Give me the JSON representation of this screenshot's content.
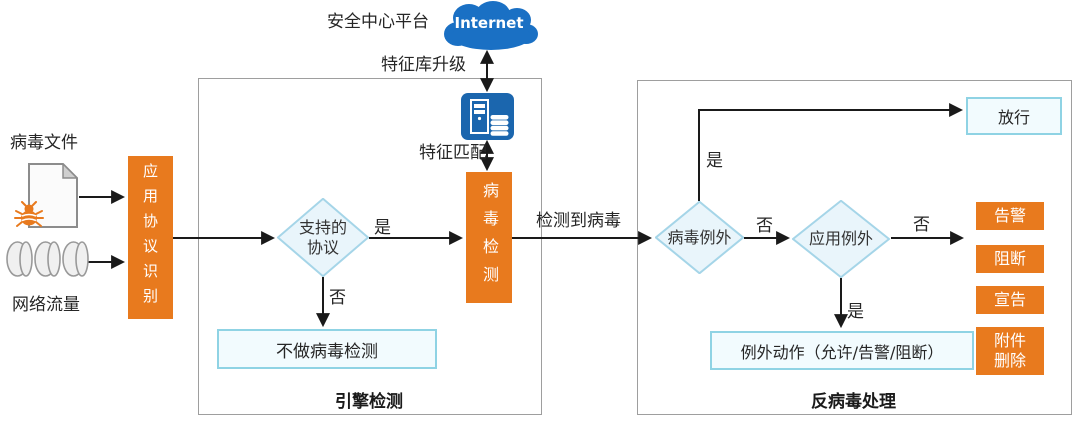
{
  "colors": {
    "orange": "#E87A1E",
    "blue_cloud": "#1A70C4",
    "blue_server": "#1B66AE",
    "diamond_fill": "#E9F5FB",
    "diamond_border": "#A5D5E8",
    "box_fill": "#F2FBFE",
    "box_border": "#8FD3E4",
    "group_border": "#9E9E9E",
    "line": "#1A1A1A"
  },
  "top": {
    "platform_label": "安全中心平台",
    "internet_label": "Internet",
    "upgrade_label": "特征库升级",
    "match_label": "特征匹配"
  },
  "inputs": {
    "virus_file": "病毒文件",
    "network_traffic": "网络流量"
  },
  "engine": {
    "group_label": "引擎检测",
    "app_protocol": "应用协议识别",
    "supported_protocol": "支持的\n协议",
    "no_detection": "不做病毒检测",
    "virus_detection": "病毒检测"
  },
  "flow": {
    "detected": "检测到病毒",
    "yes": "是",
    "no": "否"
  },
  "antivirus": {
    "group_label": "反病毒处理",
    "virus_exception": "病毒例外",
    "app_exception": "应用例外",
    "release": "放行",
    "exception_action": "例外动作（允许/告警/阻断）",
    "actions": [
      "告警",
      "阻断",
      "宣告",
      "附件\n删除"
    ]
  }
}
